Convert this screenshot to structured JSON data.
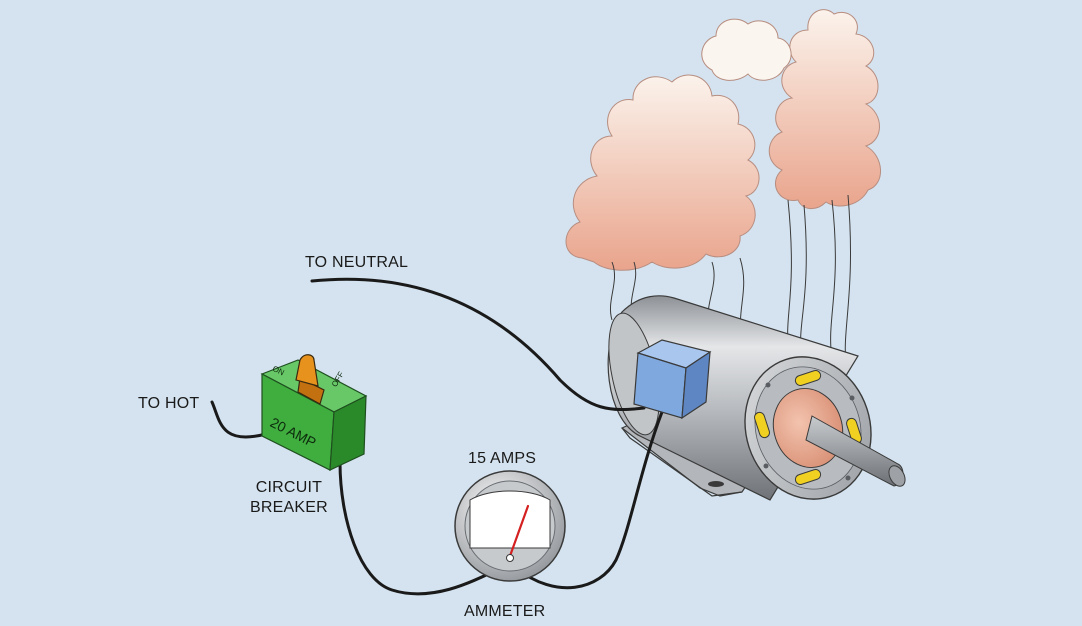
{
  "labels": {
    "to_neutral": "TO NEUTRAL",
    "to_hot": "TO HOT",
    "circuit_breaker_line1": "CIRCUIT",
    "circuit_breaker_line2": "BREAKER",
    "amps_reading": "15 AMPS",
    "ammeter": "AMMETER"
  },
  "breaker": {
    "rating": "20 AMP",
    "on_label": "ON",
    "off_label": "OFF"
  },
  "colors": {
    "background": "#d4e3ef",
    "wire": "#1a1a1a",
    "breaker_green": "#3fae3f",
    "toggle_orange": "#e8921e",
    "junction_box_blue": "#7fa8de",
    "motor_gray": "#a7abb0",
    "rotor_copper": "#e9a88d",
    "vent_yellow": "#f0d020",
    "needle_red": "#d42020",
    "smoke_top": "#fbf3ec",
    "smoke_bottom": "#e9a48c"
  }
}
